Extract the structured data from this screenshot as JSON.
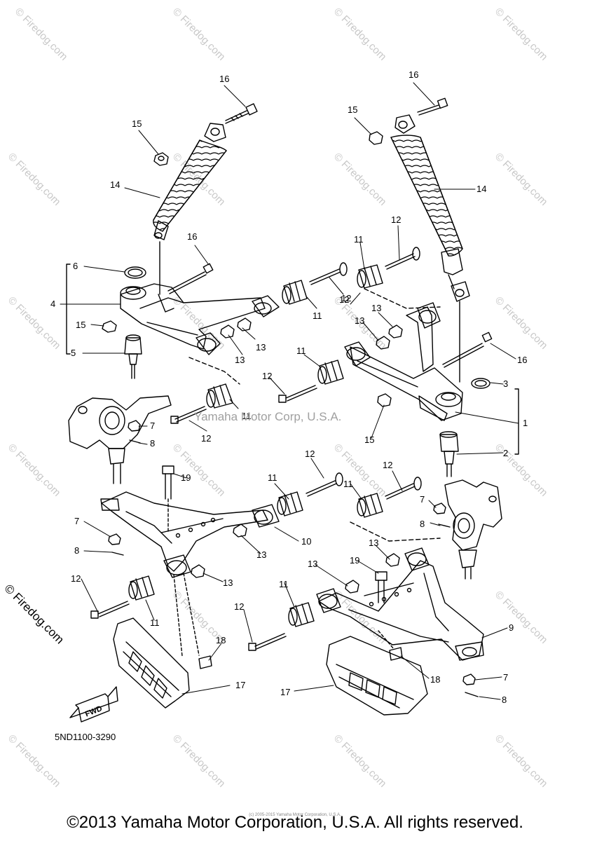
{
  "watermark": "© Firedog.com",
  "side_watermark": "© Firedog.com",
  "center_watermark": "Yamaha Motor Corp, U.S.A.",
  "diagram_code": "5ND1100-3290",
  "fwd_label": "FWD",
  "footer": "©2013 Yamaha Motor Corporation, U.S.A. All rights reserved.",
  "footer_small": "(c) 2005-2015 Yamaha Motor Corporation, U.S.A.",
  "callouts": [
    {
      "n": "16"
    },
    {
      "n": "15"
    },
    {
      "n": "14"
    },
    {
      "n": "16"
    },
    {
      "n": "6"
    },
    {
      "n": "4"
    },
    {
      "n": "15"
    },
    {
      "n": "5"
    },
    {
      "n": "11"
    },
    {
      "n": "12"
    },
    {
      "n": "13"
    },
    {
      "n": "13"
    },
    {
      "n": "11"
    },
    {
      "n": "12"
    },
    {
      "n": "7"
    },
    {
      "n": "8"
    },
    {
      "n": "16"
    },
    {
      "n": "15"
    },
    {
      "n": "14"
    },
    {
      "n": "12"
    },
    {
      "n": "11"
    },
    {
      "n": "12"
    },
    {
      "n": "13"
    },
    {
      "n": "13"
    },
    {
      "n": "11"
    },
    {
      "n": "12"
    },
    {
      "n": "16"
    },
    {
      "n": "3"
    },
    {
      "n": "1"
    },
    {
      "n": "15"
    },
    {
      "n": "2"
    },
    {
      "n": "19"
    },
    {
      "n": "12"
    },
    {
      "n": "11"
    },
    {
      "n": "10"
    },
    {
      "n": "13"
    },
    {
      "n": "7"
    },
    {
      "n": "8"
    },
    {
      "n": "13"
    },
    {
      "n": "12"
    },
    {
      "n": "11"
    },
    {
      "n": "12"
    },
    {
      "n": "11"
    },
    {
      "n": "7"
    },
    {
      "n": "8"
    },
    {
      "n": "13"
    },
    {
      "n": "13"
    },
    {
      "n": "19"
    },
    {
      "n": "11"
    },
    {
      "n": "12"
    },
    {
      "n": "9"
    },
    {
      "n": "18"
    },
    {
      "n": "17"
    },
    {
      "n": "18"
    },
    {
      "n": "17"
    },
    {
      "n": "7"
    },
    {
      "n": "8"
    }
  ]
}
